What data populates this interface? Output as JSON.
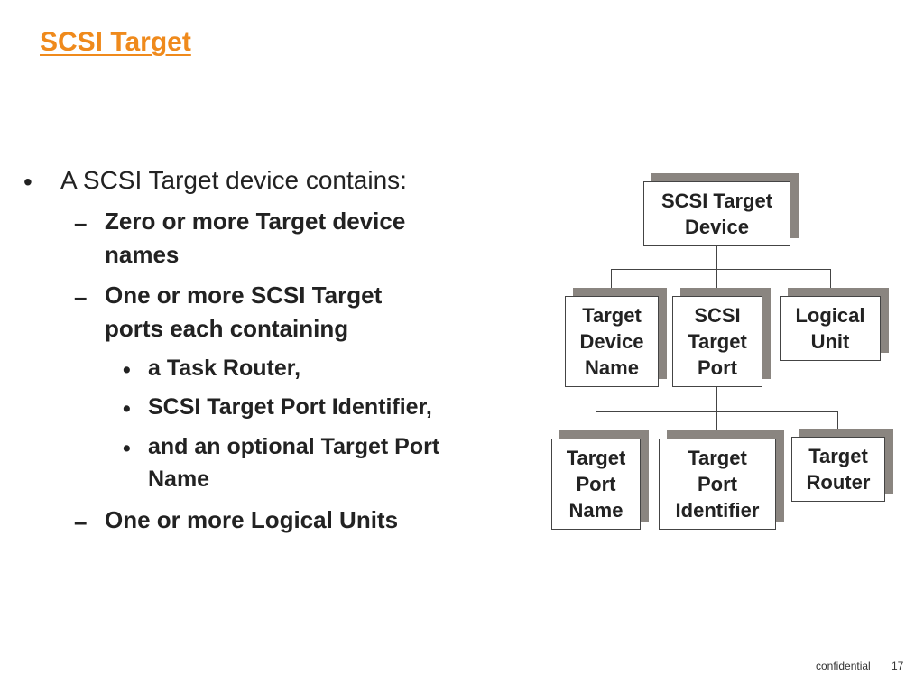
{
  "title": "SCSI Target",
  "bullets": {
    "intro": "A SCSI Target device contains:",
    "item1_line1": "Zero or more Target device",
    "item1_line2": "names",
    "item2_line1": "One or more SCSI Target",
    "item2_line2": "ports each containing",
    "sub1": "a Task Router,",
    "sub2": "SCSI Target Port Identifier,",
    "sub3_line1": "and an optional Target Port",
    "sub3_line2": "Name",
    "item3": "One or more Logical Units"
  },
  "diagram": {
    "root": "SCSI Target\nDevice",
    "target_device_name": "Target\nDevice\nName",
    "scsi_target_port": "SCSI\nTarget\nPort",
    "logical_unit": "Logical\nUnit",
    "target_port_name": "Target\nPort\nName",
    "target_port_identifier": "Target\nPort\nIdentifier",
    "target_router": "Target\nRouter"
  },
  "footer": {
    "label": "confidential",
    "page": "17"
  }
}
